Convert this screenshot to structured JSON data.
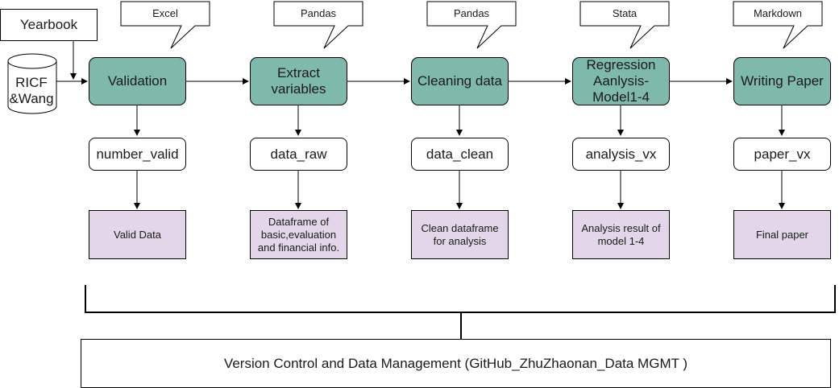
{
  "sources": {
    "yearbook": "Yearbook",
    "database": "RICF &Wang"
  },
  "tools": [
    "Excel",
    "Pandas",
    "Pandas",
    "Stata",
    "Markdown"
  ],
  "steps": [
    {
      "label": "Validation",
      "artifact": "number_valid",
      "output": "Valid Data"
    },
    {
      "label": "Extract variables",
      "artifact": "data_raw",
      "output": "Dataframe of basic,evaluation and financial info."
    },
    {
      "label": "Cleaning data",
      "artifact": "data_clean",
      "output": "Clean dataframe for  analysis"
    },
    {
      "label": "Regression Aanlysis-Model1-4",
      "artifact": "analysis_vx",
      "output": "Analysis result of model 1-4"
    },
    {
      "label": "Writing Paper",
      "artifact": "paper_vx",
      "output": "Final paper"
    }
  ],
  "footer": "Version Control and Data Management (GitHub_ZhuZhaonan_Data MGMT )",
  "colors": {
    "step_fill": "#7fb9ad",
    "output_fill": "#e2d6e8",
    "stroke": "#000000"
  }
}
